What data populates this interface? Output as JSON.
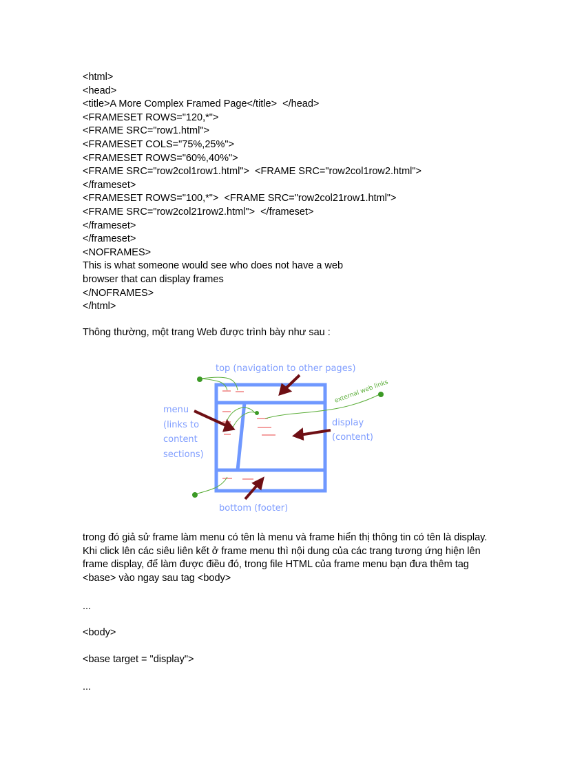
{
  "code_lines": [
    "<html>",
    "<head>",
    "<title>A More Complex Framed Page</title>  </head>",
    "<FRAMESET ROWS=\"120,*\">",
    "<FRAME SRC=\"row1.html\">",
    "<FRAMESET COLS=\"75%,25%\">",
    "<FRAMESET ROWS=\"60%,40%\">",
    "<FRAME SRC=\"row2col1row1.html\">  <FRAME SRC=\"row2col1row2.html\">",
    "</frameset>",
    "<FRAMESET ROWS=\"100,*\">  <FRAME SRC=\"row2col21row1.html\">",
    "<FRAME SRC=\"row2col21row2.html\">  </frameset>",
    "</frameset>",
    "</frameset>",
    "<NOFRAMES>",
    "This is what someone would see who does not have a web",
    "browser that can display frames",
    "</NOFRAMES>",
    "</html>"
  ],
  "intro": "Thông thường, một trang Web được trình  bày như sau :",
  "diagram": {
    "top": "top (navigation to other pages)",
    "menu": [
      "menu",
      "(links to",
      "content",
      "sections)"
    ],
    "display": [
      "display",
      "(content)"
    ],
    "bottom": "bottom (footer)",
    "external": "external web links"
  },
  "paragraph": "trong đó giả sử frame làm menu có tên là menu và frame hiển thị thông tin có tên là display. Khi click lên các siêu liên kết ở frame menu thì nội dung của các trang tương ứng hiện lên frame display, để làm được điều đó, trong file HTML của frame menu bạn đưa thêm tag <base> vào ngay sau tag <body>",
  "snippet": [
    "...",
    "<body>",
    "<base target = \"display\">",
    "..."
  ]
}
